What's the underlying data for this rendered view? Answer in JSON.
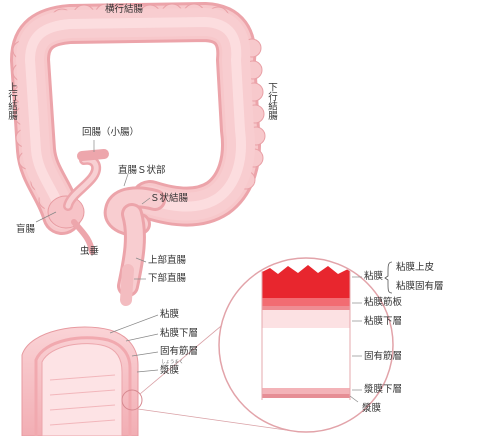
{
  "colon_labels": {
    "transverse": "横行結腸",
    "ascending": "上行結腸",
    "descending": "下行結腸",
    "ileum": "回腸（小腸）",
    "rectum_s": "直腸Ｓ状部",
    "sigmoid": "Ｓ状結腸",
    "cecum": "盲腸",
    "appendix": "虫垂",
    "upper_rectum": "上部直腸",
    "lower_rectum": "下部直腸"
  },
  "wall_labels": {
    "mucosa": "粘膜",
    "submucosa": "粘膜下層",
    "muscularis": "固有筋層",
    "serosa": "漿膜",
    "serosa_ruby": "しょうまく"
  },
  "layer_labels": {
    "mucosa": "粘膜",
    "epithelium": "粘膜上皮",
    "lamina_propria": "粘膜固有層",
    "muscularis_mucosae": "粘膜筋板",
    "submucosa": "粘膜下層",
    "muscularis": "固有筋層",
    "subserosa": "漿膜下層",
    "serosa": "漿膜"
  },
  "colors": {
    "colon_fill": "#f6c3c6",
    "colon_outline": "#e79aa0",
    "colon_inner": "#fbdadc",
    "mucosa_red": "#e8262e",
    "muscle_pink": "#f5b8bd",
    "leader_line": "#777777"
  }
}
